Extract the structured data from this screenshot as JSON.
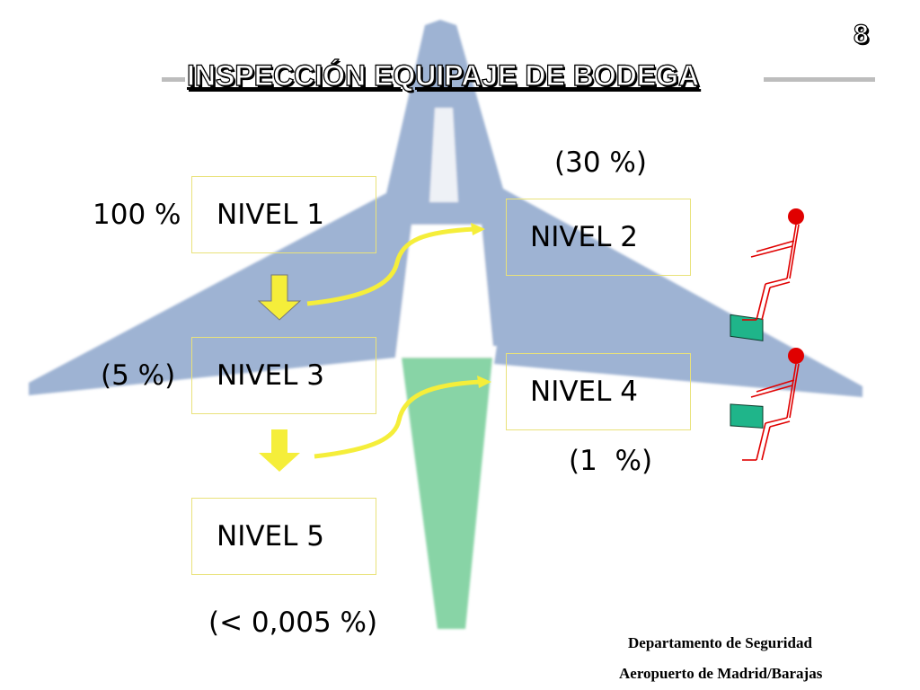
{
  "slide_number": "8",
  "title": "INSPECCIÓN EQUIPAJE DE BODEGA",
  "levels": {
    "nivel1": "NIVEL 1",
    "nivel2": "NIVEL 2",
    "nivel3": "NIVEL 3",
    "nivel4": "NIVEL 4",
    "nivel5": "NIVEL 5"
  },
  "percentages": {
    "nivel1": "100 %",
    "nivel2": "(30 %)",
    "nivel3": "(5 %)",
    "nivel4": "(1  %)",
    "nivel5": "(< 0,005 %)"
  },
  "footer": {
    "line1": "Departamento de Seguridad",
    "line2": "Aeropuerto de Madrid/Barajas"
  },
  "colors": {
    "airplane": "#99afd1",
    "tail": "#7ccf9c",
    "box_border": "#e9e27a",
    "arrow": "#f5ee3a",
    "figure": "#e00000",
    "tray": "#1fb58a"
  },
  "icons": [
    "airplane-silhouette",
    "down-arrow-icon",
    "curved-arrow-icon",
    "screener-figure-icon"
  ]
}
